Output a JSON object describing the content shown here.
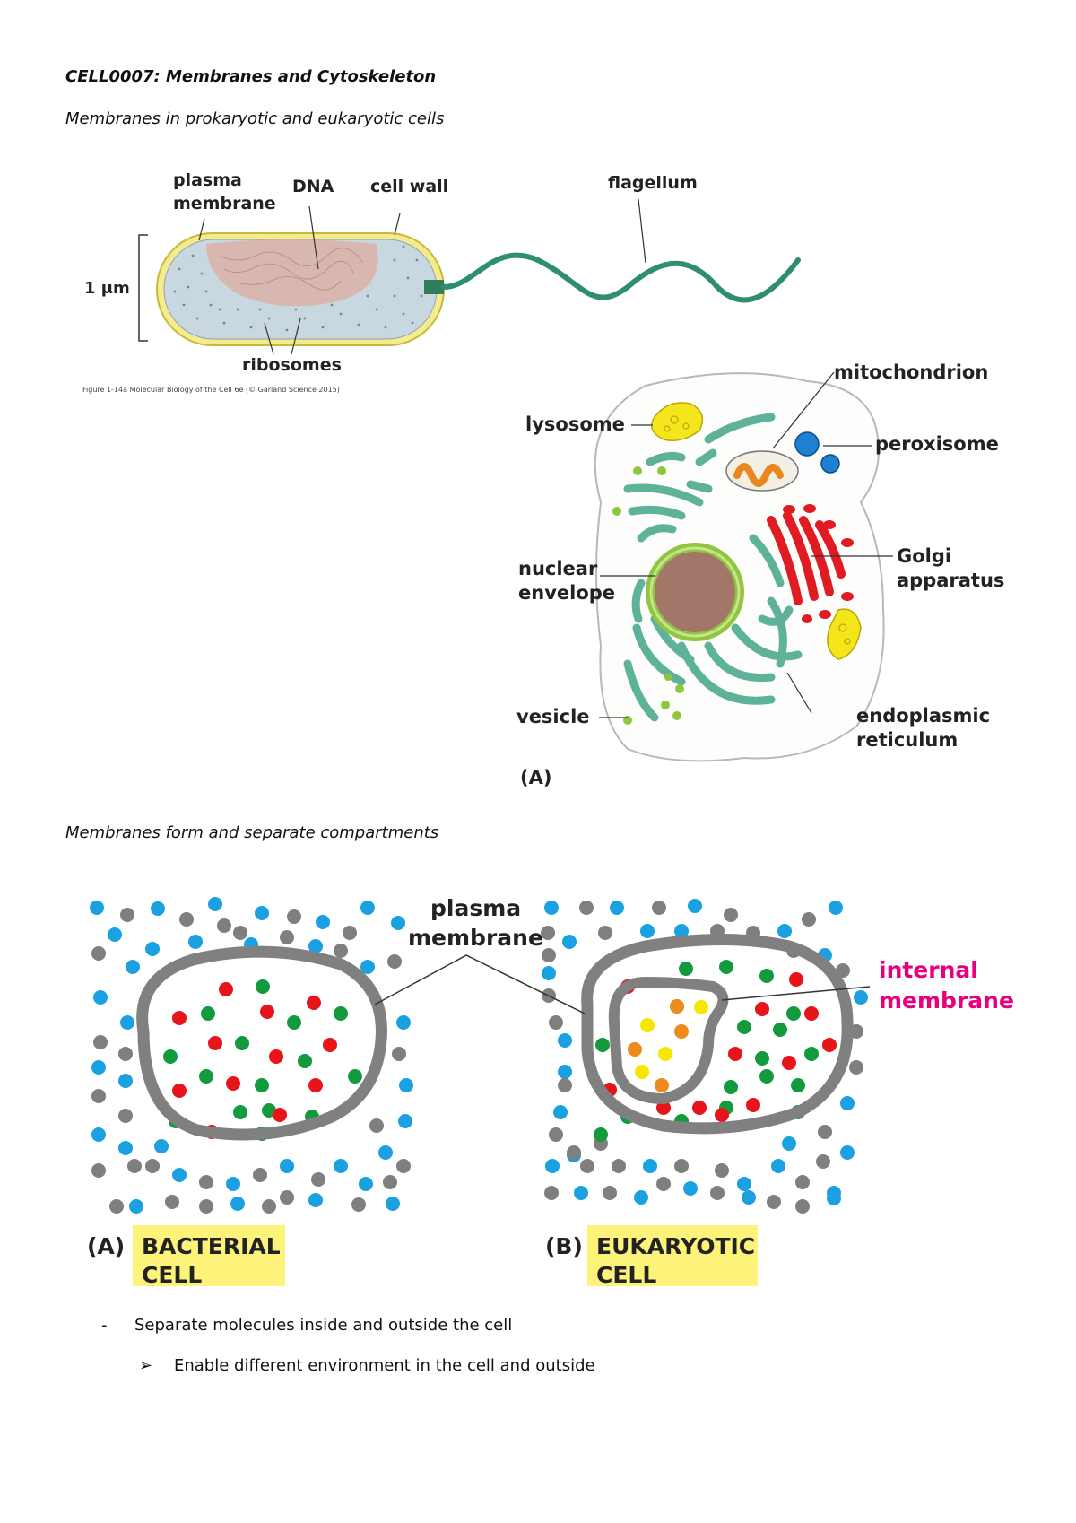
{
  "document": {
    "title": "CELL0007: Membranes and Cytoskeleton",
    "section1_heading": "Membranes in prokaryotic and eukaryotic cells",
    "section2_heading": "Membranes form and separate compartments",
    "bullet_dash": "-",
    "bullet1": "Separate molecules inside and outside the cell",
    "bullet_arrow": "➢",
    "bullet2": "Enable different environment in the cell and outside"
  },
  "figure_prokaryote": {
    "label_plasma": "plasma",
    "label_membrane": "membrane",
    "label_dna": "DNA",
    "label_cell_wall": "cell wall",
    "label_flagellum": "flagellum",
    "label_scale": "1 μm",
    "label_ribosomes": "ribosomes",
    "caption": "Figure 1-14a Molecular Biology of the Cell 6e (© Garland Science 2015)"
  },
  "figure_eukaryote": {
    "label_mitochondrion": "mitochondrion",
    "label_lysosome": "lysosome",
    "label_peroxisome": "peroxisome",
    "label_nuclear": "nuclear",
    "label_envelope": "envelope",
    "label_golgi": "Golgi",
    "label_apparatus": "apparatus",
    "label_vesicle": "vesicle",
    "label_endoplasmic": "endoplasmic",
    "label_reticulum": "reticulum",
    "label_panel": "(A)"
  },
  "figure_compartments": {
    "label_plasma": "plasma",
    "label_membrane": "membrane",
    "label_internal": "internal",
    "label_internal_membrane": "membrane",
    "panel_a": "(A)",
    "panel_a_line1": "BACTERIAL",
    "panel_a_line2": "CELL",
    "panel_b": "(B)",
    "panel_b_line1": "EUKARYOTIC",
    "panel_b_line2": "CELL",
    "colors": {
      "outside_blue": "#1ba1e2",
      "outside_grey": "#7f7f7f",
      "inside_red": "#e8141b",
      "inside_green": "#129a3c",
      "internal_orange": "#ef8a1c",
      "internal_yellow": "#f7e600",
      "membrane_grey": "#808080",
      "highlight": "#fdf27a",
      "magenta": "#e6007e"
    }
  }
}
